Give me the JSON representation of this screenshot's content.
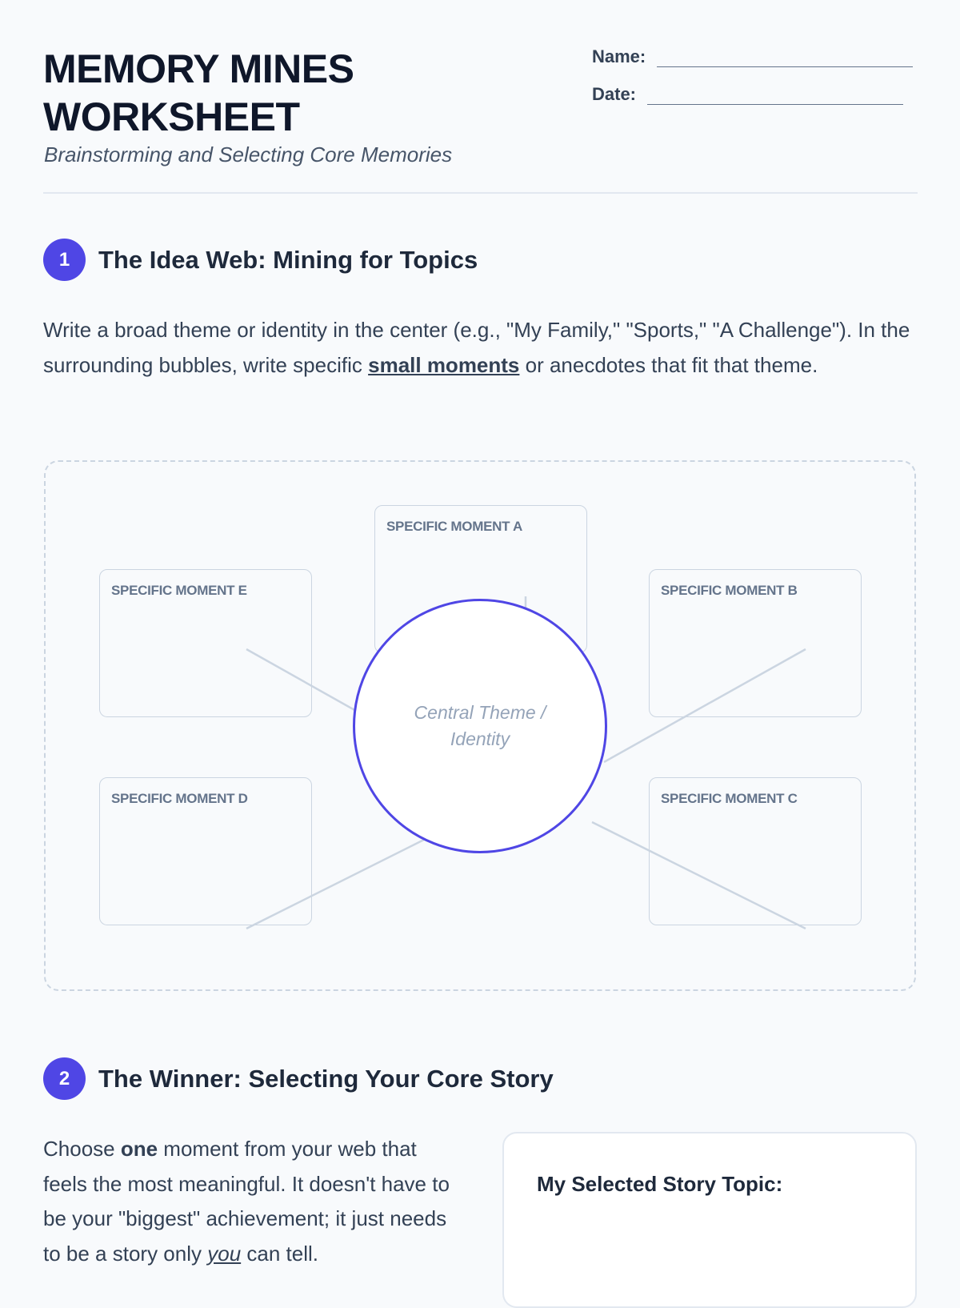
{
  "header": {
    "title_line1": "MEMORY MINES",
    "title_line2": "WORKSHEET",
    "subtitle": "Brainstorming and Selecting Core Memories",
    "name_label": "Name:",
    "date_label": "Date:"
  },
  "section1": {
    "number": "1",
    "title": "The Idea Web: Mining for Topics",
    "text_before": "Write a broad theme or identity in the center (e.g., \"My Family,\" \"Sports,\" \"A Challenge\"). In the surrounding bubbles, write specific ",
    "emphasis": "small moments",
    "text_after": " or anecdotes that fit that theme.",
    "center_label": "Central Theme / Identity",
    "moments": {
      "a": "SPECIFIC MOMENT A",
      "b": "SPECIFIC MOMENT B",
      "c": "SPECIFIC MOMENT C",
      "d": "SPECIFIC MOMENT D",
      "e": "SPECIFIC MOMENT E"
    }
  },
  "section2": {
    "number": "2",
    "title": "The Winner: Selecting Your Core Story",
    "text_1": "Choose ",
    "bold": "one",
    "text_2": " moment from your web that feels the most meaningful. It doesn't have to be your \"biggest\" achievement; it just needs to be a story only ",
    "italic": "you",
    "text_3": " can tell.",
    "topic_label": "My Selected Story Topic:"
  },
  "colors": {
    "accent": "#4f46e5",
    "border": "#cbd5e1"
  }
}
